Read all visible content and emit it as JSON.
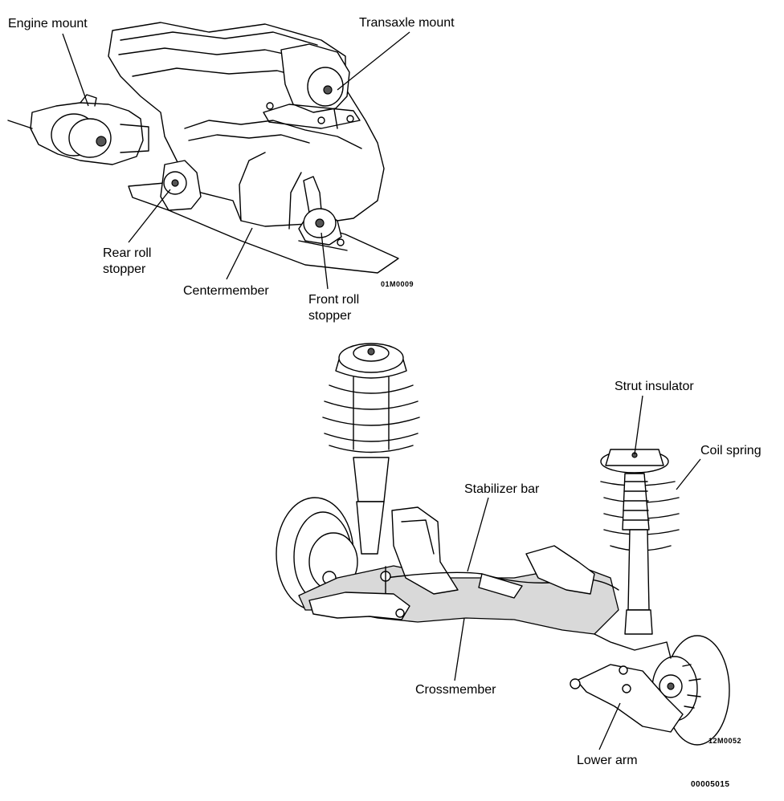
{
  "figure_top": {
    "labels": {
      "engine_mount": "Engine mount",
      "transaxle_mount": "Transaxle mount",
      "rear_roll_stopper": "Rear roll\nstopper",
      "centermember": "Centermember",
      "front_roll_stopper": "Front roll\nstopper"
    },
    "code": "01M0009"
  },
  "figure_bottom": {
    "labels": {
      "strut_insulator": "Strut insulator",
      "coil_spring": "Coil spring",
      "stabilizer_bar": "Stabilizer bar",
      "crossmember": "Crossmember",
      "lower_arm": "Lower arm"
    },
    "code": "12M0052"
  },
  "page_code": "00005015"
}
